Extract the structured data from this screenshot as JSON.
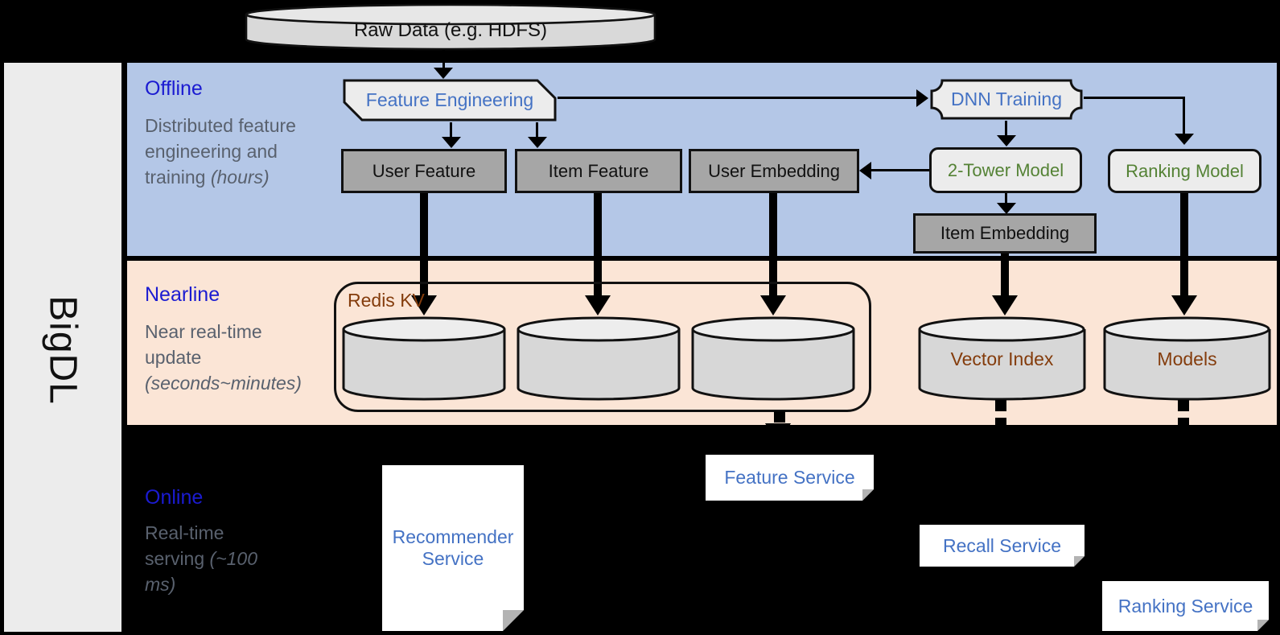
{
  "brand": "BigDL",
  "source": {
    "label": "Raw Data (e.g. HDFS)"
  },
  "layers": {
    "offline": {
      "title": "Offline",
      "desc": "Distributed feature engineering and training",
      "note": "(hours)",
      "nodes": {
        "feature_engineering": "Feature Engineering",
        "dnn_training": "DNN Training",
        "user_feature": "User Feature",
        "item_feature": "Item Feature",
        "user_embedding": "User Embedding",
        "two_tower_model": "2-Tower Model",
        "ranking_model": "Ranking Model",
        "item_embedding": "Item Embedding"
      }
    },
    "nearline": {
      "title": "Nearline",
      "desc": "Near real-time update",
      "note": "(seconds~minutes)",
      "nodes": {
        "redis_kv": "Redis KV",
        "vector_index": "Vector Index",
        "models": "Models"
      }
    },
    "online": {
      "title": "Online",
      "desc": "Real-time serving",
      "note": "(~100 ms)",
      "nodes": {
        "recommender_service": "Recommender Service",
        "feature_service": "Feature Service",
        "recall_service": "Recall Service",
        "ranking_service": "Ranking Service"
      }
    }
  },
  "colors": {
    "band_title_blue": "#1b1bd1",
    "offline_band": "#b4c7e7",
    "nearline_band": "#fbe5d6",
    "desc_gray": "#59616e",
    "node_text_blue": "#4472c4",
    "node_text_green": "#548235",
    "store_text_brown": "#843c0c",
    "gray_box_fill": "#a6a6a6",
    "light_shape_fill": "#ececec",
    "cylinder_fill": "#d7d7d7"
  }
}
